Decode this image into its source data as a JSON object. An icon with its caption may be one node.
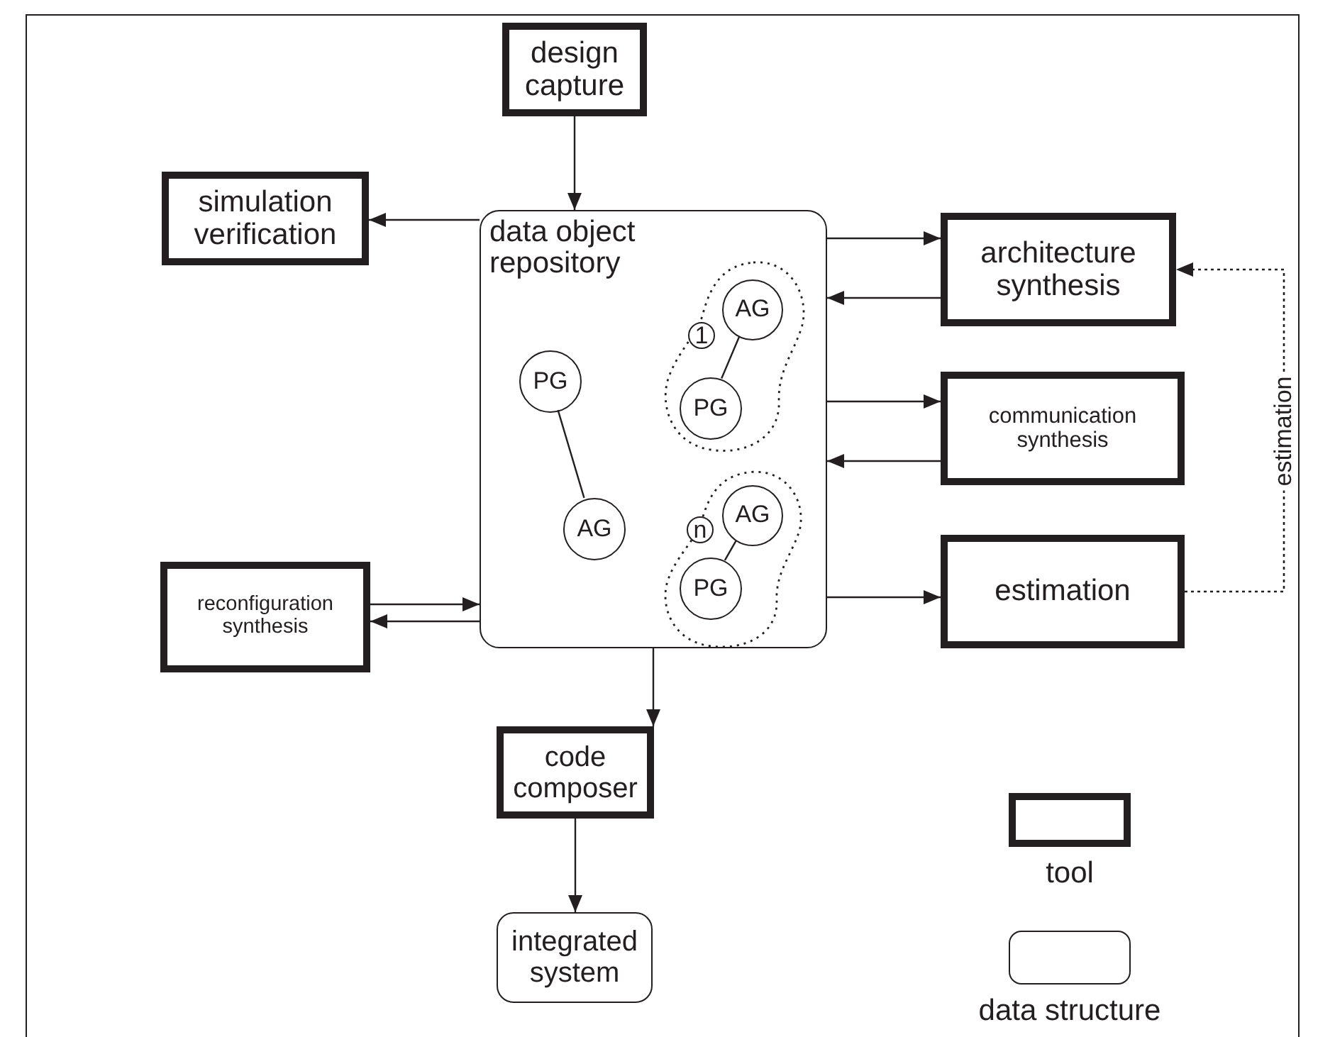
{
  "diagram": {
    "nodes": [
      {
        "text": [
          "design capture"
        ]
      },
      {
        "text": [
          "simulation verification"
        ]
      },
      {
        "text": [
          "data object repository"
        ]
      },
      {
        "text": [
          "architecture synthesis"
        ]
      },
      {
        "text": [
          "communication synthesis"
        ]
      },
      {
        "text": [
          "estimation"
        ]
      },
      {
        "text": [
          "reconfiguration synthesis"
        ]
      },
      {
        "text": [
          "code composer"
        ]
      },
      {
        "text": [
          "integrated system"
        ]
      },
      {
        "text": [
          "PG"
        ],
        "in": 2
      },
      {
        "text": [
          "AG"
        ],
        "in": 2
      },
      {
        "text": [
          "1"
        ],
        "in": 2
      },
      {
        "text": [
          "AG"
        ],
        "in": 11
      },
      {
        "text": [
          "PG"
        ],
        "in": 11
      },
      {
        "text": [
          "n"
        ],
        "in": 2
      },
      {
        "text": [
          "AG"
        ],
        "in": 14
      },
      {
        "text": [
          "PG"
        ],
        "in": 14
      }
    ],
    "edges": [
      {
        "from": 0,
        "to": 2,
        "arrow": "to"
      },
      {
        "from": 2,
        "to": 1,
        "arrow": "to"
      },
      {
        "from": 2,
        "to": 3,
        "arrow": "to"
      },
      {
        "from": 3,
        "to": 2,
        "arrow": "to"
      },
      {
        "from": 2,
        "to": 4,
        "arrow": "to"
      },
      {
        "from": 4,
        "to": 2,
        "arrow": "to"
      },
      {
        "from": 2,
        "to": 5,
        "arrow": "to"
      },
      {
        "from": 5,
        "to": 3,
        "arrow": "to",
        "label": "estimation",
        "style": "dashed"
      },
      {
        "from": 6,
        "to": 2,
        "arrow": "to"
      },
      {
        "from": 2,
        "to": 6,
        "arrow": "to"
      },
      {
        "from": 2,
        "to": 7,
        "arrow": "to"
      },
      {
        "from": 7,
        "to": 8,
        "arrow": "to"
      },
      {
        "from": 9,
        "to": 10,
        "arrow": "none"
      },
      {
        "from": 12,
        "to": 13,
        "arrow": "none"
      },
      {
        "from": 15,
        "to": 16,
        "arrow": "none"
      }
    ],
    "legend": [
      {
        "text": "tool"
      },
      {
        "text": "data structure"
      }
    ]
  }
}
